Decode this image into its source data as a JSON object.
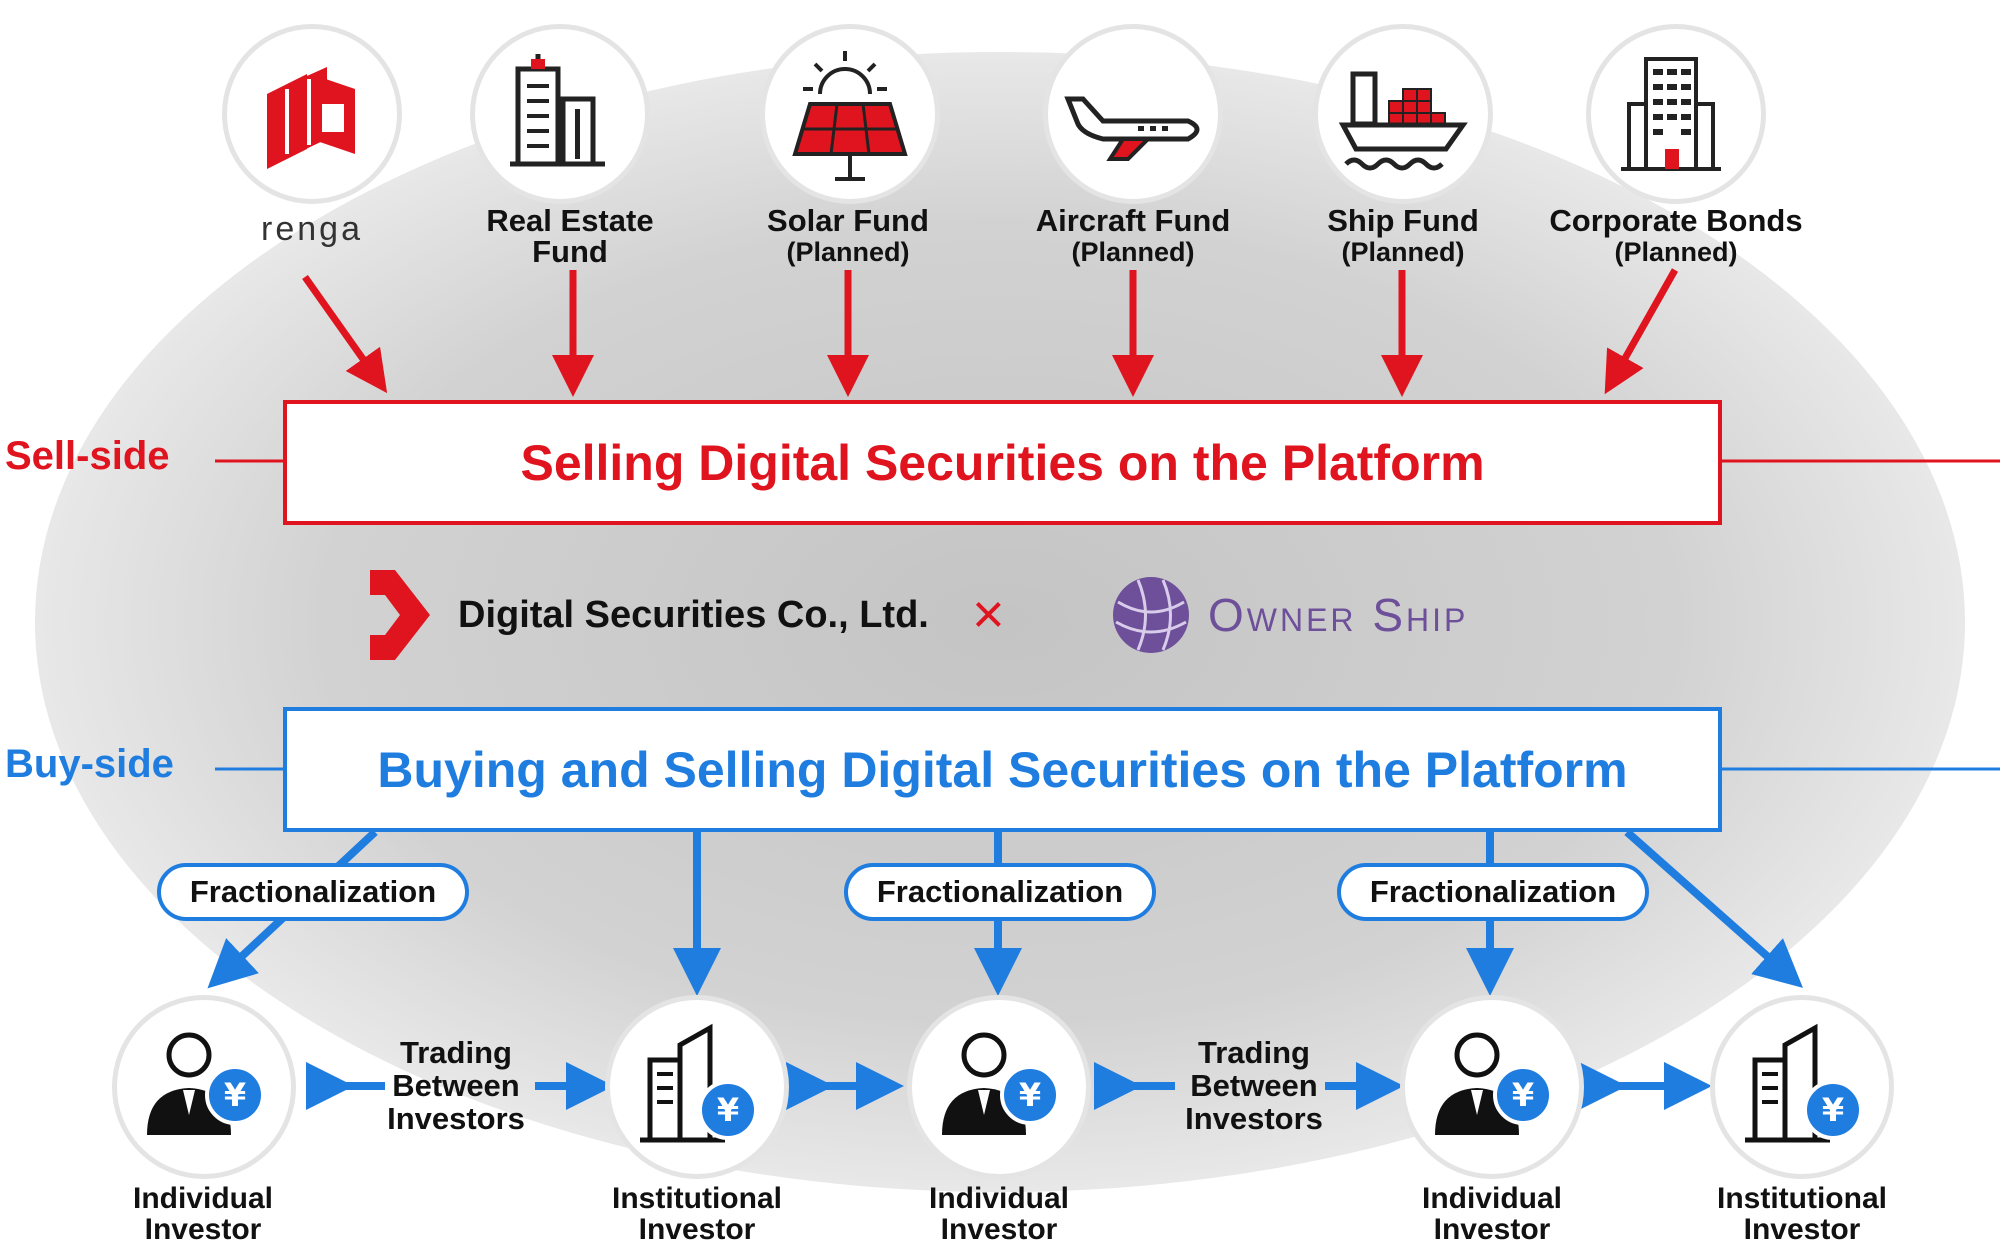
{
  "sources": [
    {
      "logo_text": "renga",
      "icon": "renga-logo"
    },
    {
      "label": "Real Estate",
      "label2": "Fund",
      "icon": "building-icon"
    },
    {
      "label": "Solar Fund",
      "label2": "(Planned)",
      "icon": "solar-panel-icon"
    },
    {
      "label": "Aircraft Fund",
      "label2": "(Planned)",
      "icon": "airplane-icon"
    },
    {
      "label": "Ship Fund",
      "label2": "(Planned)",
      "icon": "ship-icon"
    },
    {
      "label": "Corporate Bonds",
      "label2": "(Planned)",
      "icon": "office-tower-icon"
    }
  ],
  "sell_side": {
    "label": "Sell-side",
    "box": "Selling Digital Securities on the Platform"
  },
  "partners": {
    "left": "Digital Securities Co., Ltd.",
    "cross": "×",
    "right": "Owner Ship"
  },
  "buy_side": {
    "label": "Buy-side",
    "box": "Buying and Selling Digital Securities on the Platform"
  },
  "fractionalization": [
    "Fractionalization",
    "Fractionalization",
    "Fractionalization"
  ],
  "trading": [
    {
      "l1": "Trading",
      "l2": "Between",
      "l3": "Investors"
    },
    {
      "l1": "Trading",
      "l2": "Between",
      "l3": "Investors"
    }
  ],
  "investors": [
    {
      "l1": "Individual",
      "l2": "Investor",
      "icon": "individual-investor-icon"
    },
    {
      "l1": "Institutional",
      "l2": "Investor",
      "icon": "institutional-investor-icon"
    },
    {
      "l1": "Individual",
      "l2": "Investor",
      "icon": "individual-investor-icon"
    },
    {
      "l1": "Individual",
      "l2": "Investor",
      "icon": "individual-investor-icon"
    },
    {
      "l1": "Institutional",
      "l2": "Investor",
      "icon": "institutional-investor-icon"
    }
  ],
  "colors": {
    "red": "#e0141e",
    "blue": "#1f7de0",
    "ellipse": "#dcdcdc",
    "ownership": "#6e4f9a"
  }
}
